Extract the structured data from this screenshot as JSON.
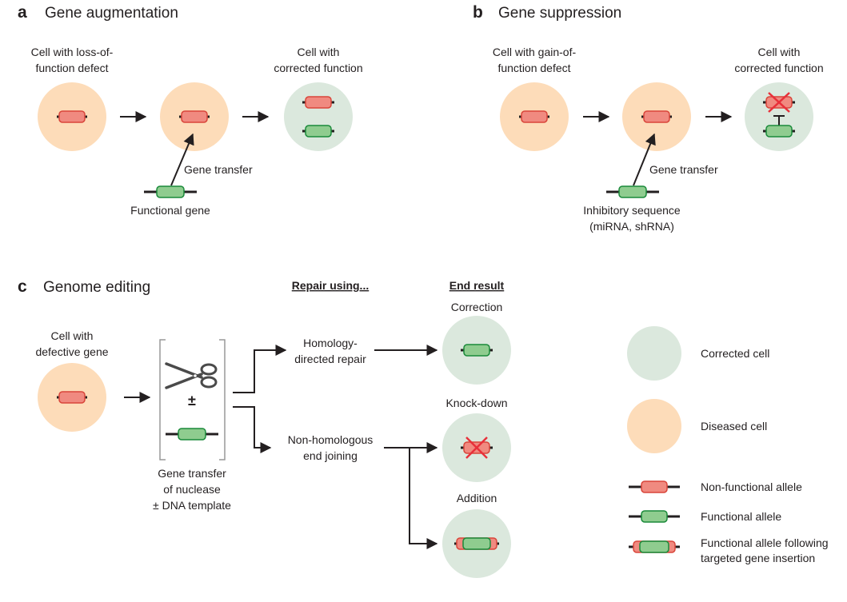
{
  "colors": {
    "diseased_cell": "#fddcb9",
    "corrected_cell": "#dbe8dd",
    "nonfunctional_fill": "#f08a80",
    "nonfunctional_stroke": "#d9453a",
    "functional_fill": "#8fcc8f",
    "functional_stroke": "#1a8a3a",
    "x_mark": "#e8303a",
    "line": "#231f20"
  },
  "panel_a": {
    "letter": "a",
    "title": "Gene augmentation",
    "cell1_label": [
      "Cell with loss-of-",
      "function defect"
    ],
    "cell3_label": [
      "Cell with",
      "corrected function"
    ],
    "transfer_label": "Gene transfer",
    "gene_label": "Functional gene"
  },
  "panel_b": {
    "letter": "b",
    "title": "Gene suppression",
    "cell1_label": [
      "Cell with gain-of-",
      "function defect"
    ],
    "cell3_label": [
      "Cell with",
      "corrected function"
    ],
    "transfer_label": "Gene transfer",
    "gene_label": [
      "Inhibitory sequence",
      "(miRNA, shRNA)"
    ]
  },
  "panel_c": {
    "letter": "c",
    "title": "Genome editing",
    "repair_header": "Repair using...",
    "result_header": "End result",
    "cell_label": [
      "Cell with",
      "defective gene"
    ],
    "plus_minus": "±",
    "transfer_label": [
      "Gene transfer",
      "of nuclease",
      "± DNA template"
    ],
    "hdr_label": [
      "Homology-",
      "directed repair"
    ],
    "nhej_label": [
      "Non-homologous",
      "end joining"
    ],
    "results": [
      "Correction",
      "Knock-down",
      "Addition"
    ]
  },
  "legend": {
    "corrected": "Corrected cell",
    "diseased": "Diseased cell",
    "nonfunctional": "Non-functional allele",
    "functional": "Functional allele",
    "insertion": [
      "Functional allele following",
      "targeted gene insertion"
    ]
  }
}
